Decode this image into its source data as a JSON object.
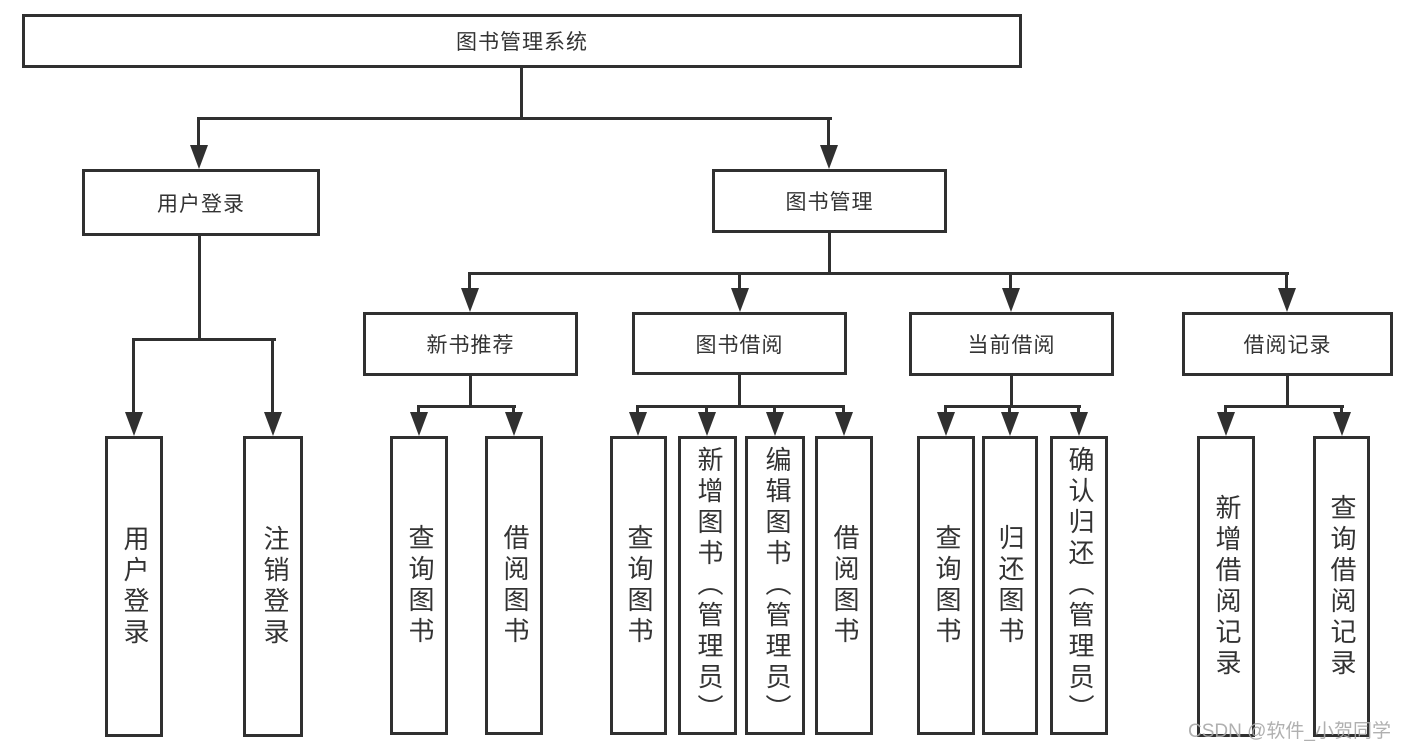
{
  "colors": {
    "line": "#303030",
    "text": "#333333",
    "background": "#ffffff",
    "watermark": "#a8a8a8"
  },
  "watermark": "CSDN @软件_小贺同学",
  "tree": {
    "root": "图书管理系统",
    "branches": [
      {
        "label": "用户登录",
        "children": [
          "用户登录",
          "注销登录"
        ]
      },
      {
        "label": "图书管理",
        "children": [
          {
            "label": "新书推荐",
            "children": [
              "查询图书",
              "借阅图书"
            ]
          },
          {
            "label": "图书借阅",
            "children": [
              "查询图书",
              "新增图书（管理员）",
              "编辑图书（管理员）",
              "借阅图书"
            ]
          },
          {
            "label": "当前借阅",
            "children": [
              "查询图书",
              "归还图书",
              "确认归还（管理员）"
            ]
          },
          {
            "label": "借阅记录",
            "children": [
              "新增借阅记录",
              "查询借阅记录"
            ]
          }
        ]
      }
    ]
  }
}
